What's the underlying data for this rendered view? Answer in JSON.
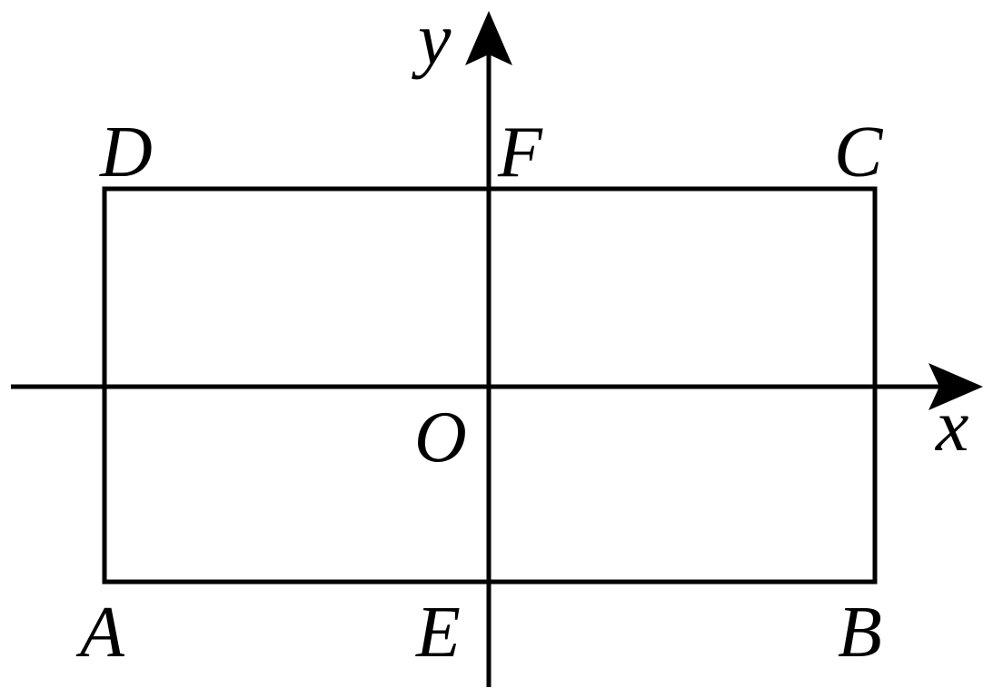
{
  "points": {
    "A": "A",
    "B": "B",
    "C": "C",
    "D": "D",
    "E": "E",
    "F": "F",
    "O": "O"
  },
  "axes": {
    "x": "x",
    "y": "y"
  },
  "colors": {
    "stroke": "#000000",
    "background": "#ffffff"
  }
}
